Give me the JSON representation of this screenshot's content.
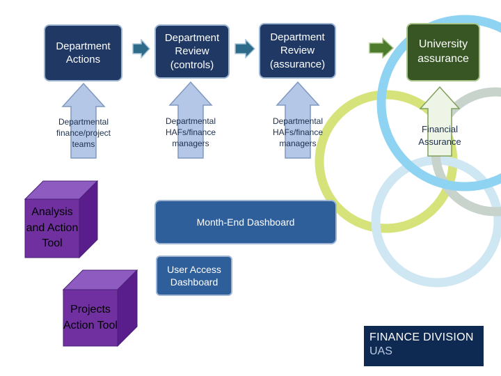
{
  "top_row": {
    "department_actions": "Department Actions",
    "department_review_controls": "Department Review (controls)",
    "department_review_assurance": "Department Review (assurance)",
    "university_assurance": "University assurance"
  },
  "support_row": {
    "finance_project_teams": "Departmental finance/project teams",
    "hafs_finance_managers_1": "Departmental HAFs/finance managers",
    "hafs_finance_managers_2": "Departmental HAFs/finance managers",
    "financial_assurance": "Financial Assurance"
  },
  "tools": {
    "analysis_action_tool": "Analysis and Action Tool",
    "projects_action_tool": "Projects Action Tool"
  },
  "dashboards": {
    "month_end": "Month-End Dashboard",
    "user_access": "User Access Dashboard"
  },
  "logo": {
    "line1": "FINANCE DIVISION",
    "line2": "UAS"
  },
  "colors": {
    "dark_box": "#1f3864",
    "green_box": "#375623",
    "mid_box": "#2f5f9a",
    "arrow_fill": "#b4c7e7",
    "cube_fill": "#7030a0",
    "ring_yellow": "#d6e37a",
    "ring_blue": "#8fd3f2",
    "ring_grey": "#c8d3cc",
    "ring_pale": "#cfe6f3"
  }
}
